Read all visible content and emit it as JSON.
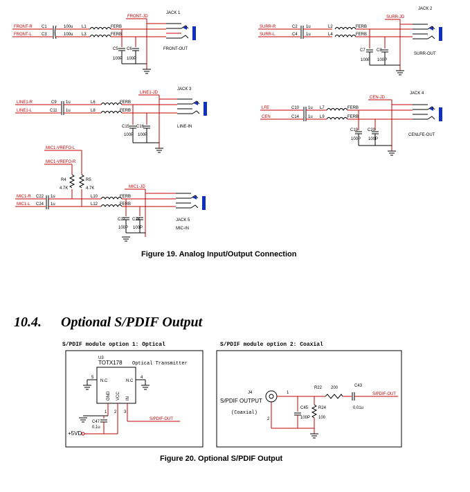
{
  "figure19": {
    "caption": "Figure 19.   Analog Input/Output Connection",
    "front": {
      "in1": "FRONT-R",
      "in2": "FRONT-L",
      "c1": "C1",
      "c2": "C3",
      "cv": "100u",
      "l1": "L1",
      "l2": "L3",
      "ferb": "FERB",
      "jd": "FRONT-JD",
      "jack": "JACK 1",
      "out": "FRONT-OUT",
      "cs1": "C5",
      "cs2": "C6",
      "cval": "100P"
    },
    "surr": {
      "in1": "SURR-R",
      "in2": "SURR-L",
      "c1": "C2",
      "c2": "C4",
      "cv": "1u",
      "l1": "L2",
      "l2": "L4",
      "ferb": "FERB",
      "jd": "SURR-JD",
      "jack": "JACK 2",
      "out": "SURR-OUT",
      "cs1": "C7",
      "cs2": "C8",
      "cval": "100P"
    },
    "line": {
      "in1": "LINE1-R",
      "in2": "LINE1-L",
      "c1": "C9",
      "c2": "C11",
      "cv": "1u",
      "l1": "L6",
      "l2": "L8",
      "ferb": "FERB",
      "jd": "LINE1-JD",
      "jack": "JACK 3",
      "out": "LINE-IN",
      "cs1": "C15",
      "cs2": "C16",
      "cval": "100P"
    },
    "cen": {
      "in1": "LFE",
      "in2": "CEN",
      "c1": "C10",
      "c2": "C14",
      "cv": "1u",
      "l1": "L7",
      "l2": "L9",
      "ferb": "FERB",
      "jd": "CEN-JD",
      "jack": "JACK 4",
      "out": "CENLFE-OUT",
      "cs1": "C19",
      "cs2": "C20",
      "cval": "100P"
    },
    "mic": {
      "in1": "MIC1-R",
      "in2": "MIC1-L",
      "c1": "C22",
      "c2": "C24",
      "cv": "1u",
      "l1": "L10",
      "l2": "L12",
      "ferb": "FERB",
      "jd": "MIC1-JD",
      "jack": "JACK 5",
      "out": "MIC-IN",
      "cs1": "C27",
      "cs2": "C28",
      "cval": "100P",
      "vref1": "MIC1-VREFO-L",
      "vref2": "MIC1-VREFO-R",
      "r1": "R4",
      "r2": "R5",
      "rv": "4.7K"
    }
  },
  "section": {
    "number": "10.4.",
    "title": "Optional S/PDIF Output"
  },
  "optical": {
    "title": "S/PDIF module option 1: Optical",
    "ref": "U3",
    "part": "TOTX178",
    "desc": "Optical Transmitter",
    "nc": "N.C",
    "gnd": "GND",
    "vcc": "VCC",
    "in": "IN",
    "p1": "1",
    "p2": "2",
    "p3": "3",
    "p4": "4",
    "p5": "5",
    "cap": "C47",
    "capv": "0.1u",
    "vcc5": "+5VD",
    "out": "S/PDIF-OUT"
  },
  "coax": {
    "title": "S/PDIF module option 2: Coaxial",
    "ref": "J4",
    "name": "S/PDIF OUTPUT",
    "sub": "(Coaxial)",
    "p1": "1",
    "p2": "2",
    "r1": "R22",
    "r1v": "200",
    "c1": "C43",
    "c1v": "0.01u",
    "c2": "C45",
    "c2v": "100P",
    "r2": "R24",
    "r2v": "100",
    "out": "S/PDIF-OUT"
  },
  "figure20": {
    "caption": "Figure 20.   Optional S/PDIF Output"
  }
}
